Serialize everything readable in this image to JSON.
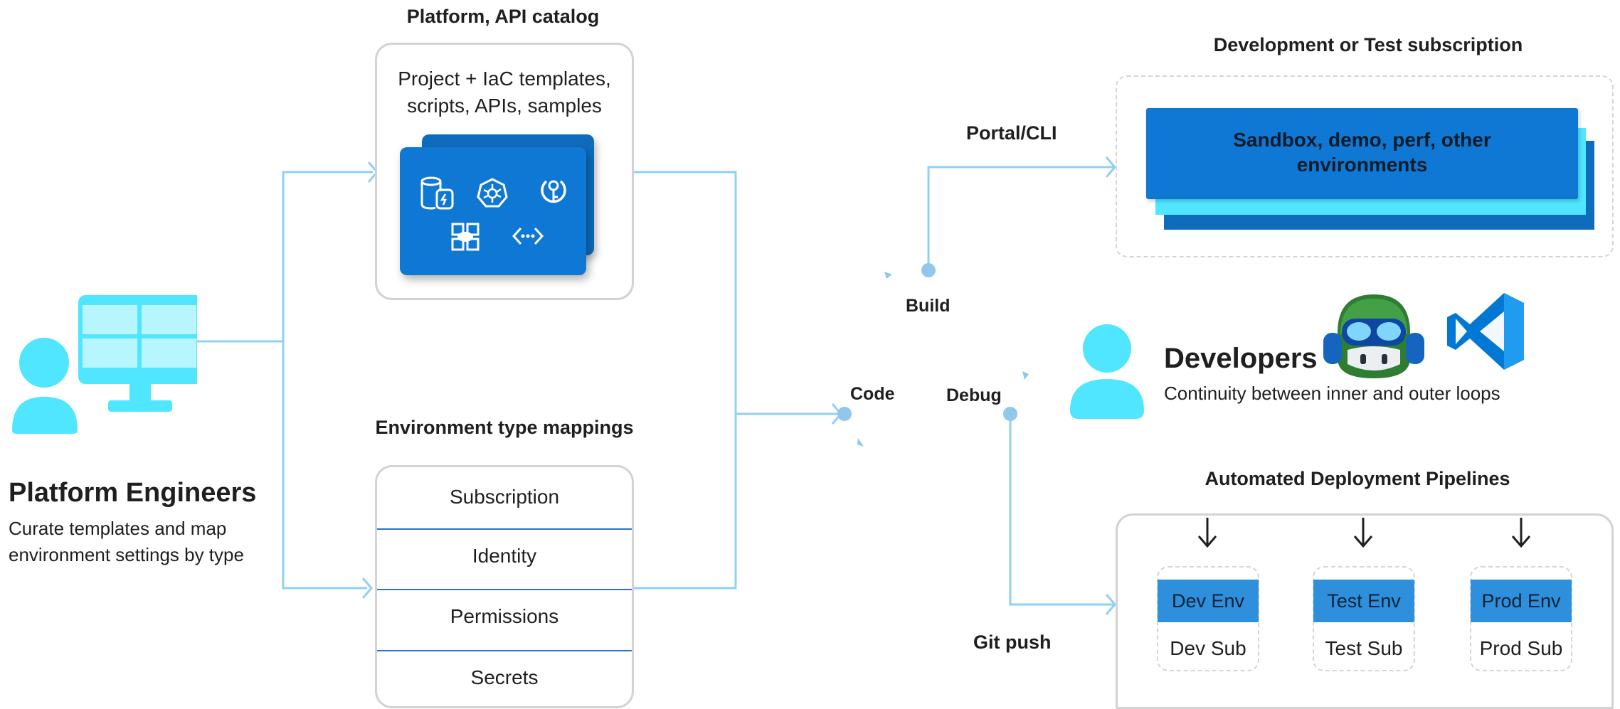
{
  "platform_catalog": {
    "heading": "Platform, API catalog",
    "description_line1": "Project + IaC templates,",
    "description_line2": "scripts, APIs, samples"
  },
  "env_mappings": {
    "heading": "Environment type mappings",
    "rows": [
      "Subscription",
      "Identity",
      "Permissions",
      "Secrets"
    ]
  },
  "platform_engineers": {
    "title": "Platform Engineers",
    "subtitle_line1": "Curate templates and map",
    "subtitle_line2": "environment settings by type"
  },
  "loop": {
    "code": "Code",
    "build": "Build",
    "debug": "Debug",
    "portal_cli": "Portal/CLI",
    "git_push": "Git push"
  },
  "dev_test_subscription": {
    "heading": "Development or Test subscription",
    "sandbox_line1": "Sandbox, demo, perf, other",
    "sandbox_line2": "environments"
  },
  "developers": {
    "title": "Developers",
    "subtitle": "Continuity between inner and outer loops"
  },
  "pipelines": {
    "heading": "Automated Deployment Pipelines",
    "stages": [
      {
        "env": "Dev Env",
        "sub": "Dev Sub"
      },
      {
        "env": "Test Env",
        "sub": "Test Sub"
      },
      {
        "env": "Prod Env",
        "sub": "Prod Sub"
      }
    ]
  },
  "icons": {
    "catalog": [
      "database-icon",
      "kubernetes-icon",
      "key-icon",
      "grid-app-icon",
      "api-connection-icon"
    ],
    "people": [
      "platform-engineer-icon",
      "monitor-icon",
      "developer-icon",
      "copilot-icon",
      "vscode-icon"
    ]
  },
  "colors": {
    "connector": "#8fd0f5",
    "primary_blue": "#0f78d4",
    "light_cyan": "#50e6ff",
    "env_blue": "#2e8fdc"
  }
}
